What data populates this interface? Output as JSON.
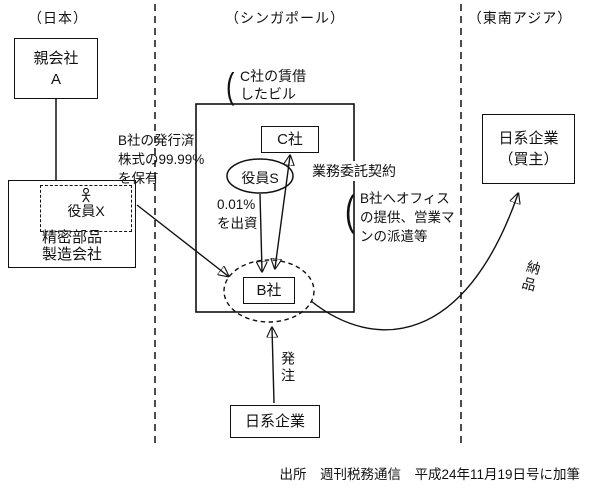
{
  "regions": {
    "japan": "（日本）",
    "singapore": "（シンガポール）",
    "southeast_asia": "（東南アジア）"
  },
  "nodes": {
    "parent_company": {
      "line1": "親会社",
      "line2": "A"
    },
    "officer_x": "役員X",
    "manufacturer": {
      "line1": "精密部品",
      "line2": "製造会社"
    },
    "company_c": "C社",
    "officer_s": "役員S",
    "company_b": "B社",
    "buyer": {
      "line1": "日系企業",
      "line2": "（買主）"
    },
    "orderer": "日系企業"
  },
  "notes": {
    "building": {
      "paren": "(",
      "line1": "C社の賃借",
      "line2": "したビル"
    },
    "shareholding": {
      "line1": "B社の発行済",
      "line2": "株式の99.99%",
      "line3": "を保有"
    },
    "investment": {
      "line1": "0.01%",
      "line2": "を出資"
    },
    "outsourcing": "業務委託契約",
    "office_support": {
      "paren": "(",
      "line1": "B社へオフィス",
      "line2": "の提供、営業マ",
      "line3": "ンの派遣等"
    },
    "order": "発注",
    "delivery": "納品"
  },
  "footer": {
    "source": "出所　週刊税務通信　平成24年11月19日号に加筆"
  }
}
